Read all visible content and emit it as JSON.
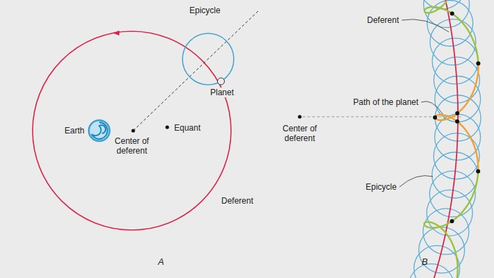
{
  "diagram": {
    "labels": [
      "Epicycle",
      "Planet",
      "Earth",
      "Center of deferent",
      "Equant",
      "Deferent",
      "A",
      "Deferent",
      "Path of the planet",
      "Center of deferent",
      "Epicycle",
      "B"
    ]
  }
}
